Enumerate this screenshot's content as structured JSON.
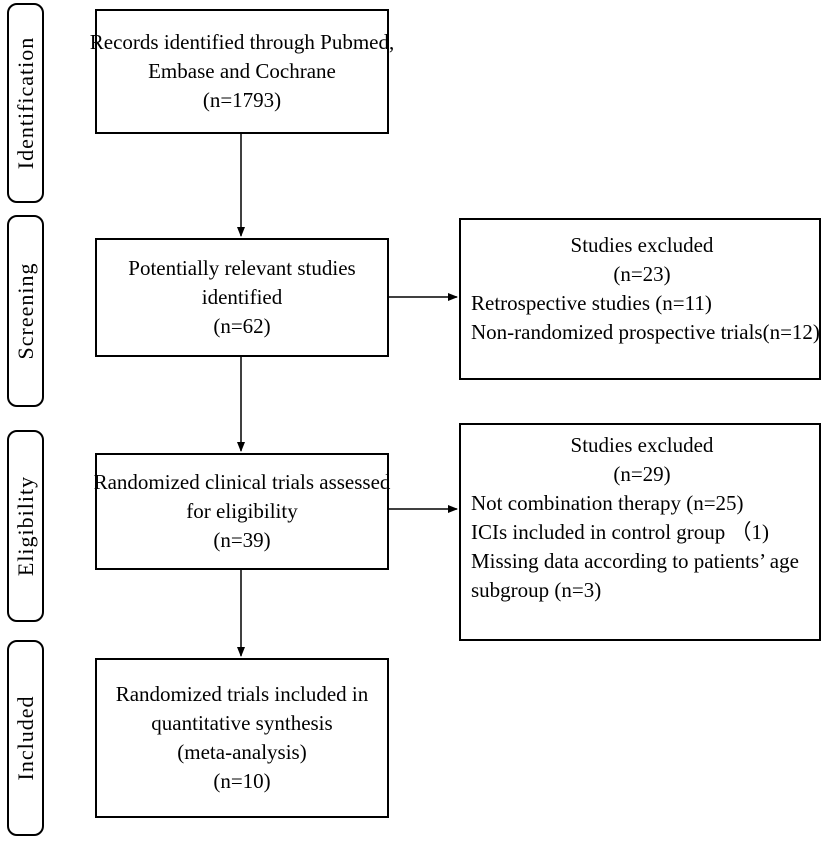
{
  "phases": {
    "identification": "Identification",
    "screening": "Screening",
    "eligibility": "Eligibility",
    "included": "Included"
  },
  "boxes": {
    "records": {
      "line1": "Records identified through Pubmed,",
      "line2": "Embase and Cochrane",
      "count": "(n=1793)"
    },
    "relevant": {
      "line1": "Potentially relevant studies",
      "line2": "identified",
      "count": "(n=62)"
    },
    "rct": {
      "line1": "Randomized clinical trials assessed",
      "line2": "for eligibility",
      "count": "(n=39)"
    },
    "included": {
      "line1": "Randomized trials included in",
      "line2": "quantitative synthesis",
      "line3": "(meta-analysis)",
      "count": "(n=10)"
    }
  },
  "exclusions": {
    "screening": {
      "title": "Studies excluded",
      "count": "(n=23)",
      "reasons": [
        "Retrospective studies (n=11)",
        "Non-randomized prospective trials(n=12)"
      ]
    },
    "eligibility": {
      "title": "Studies excluded",
      "count": "(n=29)",
      "reasons": [
        "Not combination therapy (n=25)",
        "ICIs included in control group （1)",
        "Missing data according to patients’ age",
        "subgroup (n=3)"
      ]
    }
  }
}
